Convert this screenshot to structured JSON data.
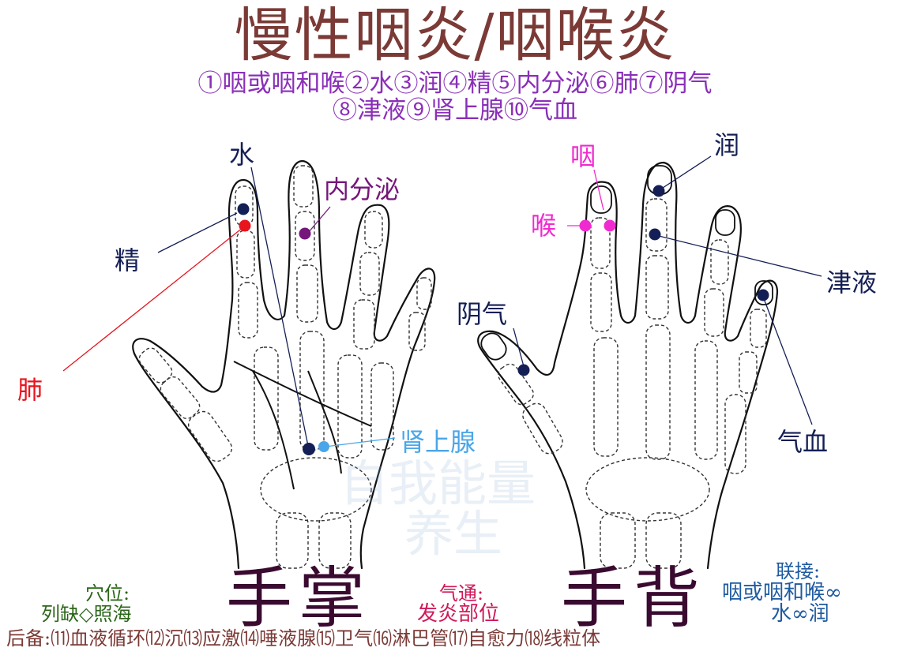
{
  "title": "慢性咽炎/咽喉炎",
  "legend": {
    "line1": "①咽或咽和喉②水③润④精⑤内分泌⑥肺⑦阴气",
    "line2": "⑧津液⑨肾上腺⑩气血"
  },
  "palm": {
    "label_water": "水",
    "label_endocrine": "内分泌",
    "label_essence": "精",
    "label_lung": "肺",
    "label_adrenal": "肾上腺",
    "caption": "手掌"
  },
  "back": {
    "label_pharynx": "咽",
    "label_larynx": "喉",
    "label_moist": "润",
    "label_fluid": "津液",
    "label_yin": "阴气",
    "label_blood": "气血",
    "caption": "手背"
  },
  "watermark": {
    "line1": "自我能量",
    "line2": "养生"
  },
  "acupoints": {
    "title": "穴位:",
    "value": "列缺◇照海"
  },
  "qi": {
    "title": "气通:",
    "value": "发炎部位"
  },
  "link": {
    "title": "联接:",
    "line1": "咽或咽和喉∞",
    "line2": "水∞润"
  },
  "backup": "后备:⑾血液循环⑿沉⒀应激⒁唾液腺⒂卫气⒃淋巴管⒄自愈力⒅线粒体",
  "colors": {
    "title": "#7b3a36",
    "legend": "#8a2fb8",
    "navy": "#141f55",
    "red": "#e8141e",
    "purple": "#74167a",
    "magenta": "#f02ad0",
    "lightblue": "#4aa6e8",
    "green": "#2a6618",
    "pink": "#d0185a",
    "teal": "#1e5aa0"
  }
}
